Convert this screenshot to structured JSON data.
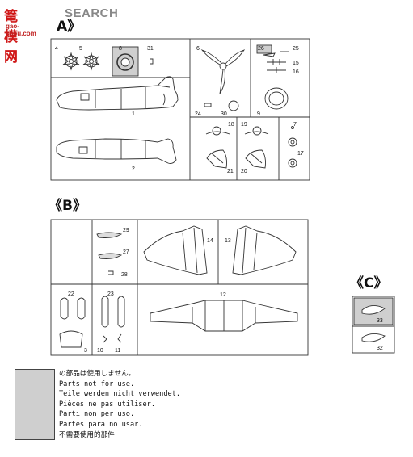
{
  "watermark": {
    "logo": "篭 模 网",
    "text": "SEARCH",
    "url": "gao-shou.com"
  },
  "sections": {
    "a": "A》",
    "b": "《B》",
    "c": "《C》"
  },
  "parts_numbers": {
    "a": [
      "4",
      "5",
      "8",
      "31",
      "1",
      "2",
      "6",
      "30",
      "24",
      "18",
      "19",
      "7",
      "17",
      "21",
      "20",
      "26",
      "25",
      "15",
      "16",
      "9"
    ],
    "b": [
      "29",
      "27",
      "28",
      "14",
      "13",
      "22",
      "23",
      "12",
      "3",
      "10",
      "11"
    ],
    "c": [
      "33",
      "32"
    ]
  },
  "legend": {
    "lines": [
      "の部品は使用しません。",
      "Parts not for use.",
      "Teile werden nicht verwendet.",
      "Pièces ne pas utiliser.",
      "Parti non per uso.",
      "Partes para no usar.",
      "不需要使用的部件"
    ]
  },
  "colors": {
    "unused_fill": "#cfcfcf",
    "outline": "#333333",
    "watermark_red": "#d01818"
  }
}
